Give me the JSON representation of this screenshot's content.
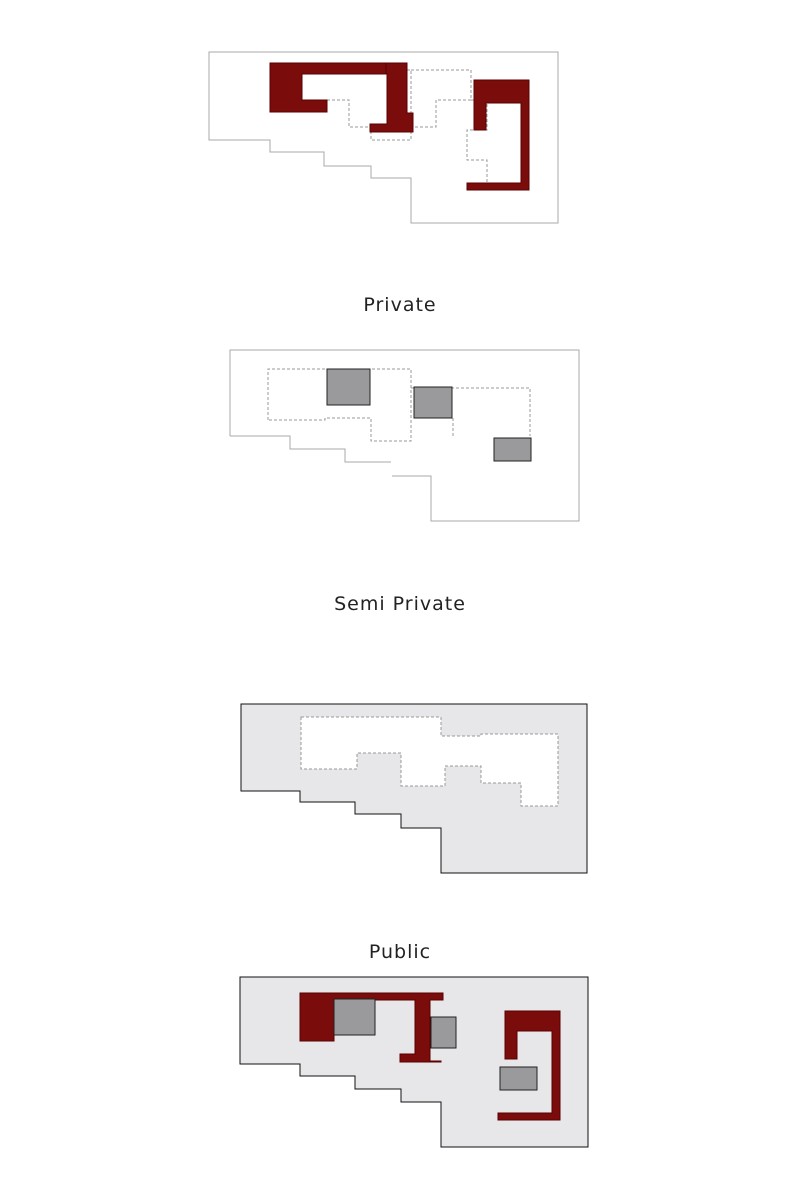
{
  "colors": {
    "private": "#7a0c0c",
    "private_edge": "#5a0000",
    "semi_private": "#9a9a9c",
    "public": "#e7e7e9",
    "outline": "#111111",
    "dashed": "#999999",
    "light_outline": "#a8a8a8",
    "text": "#222222"
  },
  "legend": [
    {
      "key": "private",
      "label": "Private"
    },
    {
      "key": "semi_private",
      "label": "Semi Private"
    },
    {
      "key": "public",
      "label": "Public"
    }
  ]
}
